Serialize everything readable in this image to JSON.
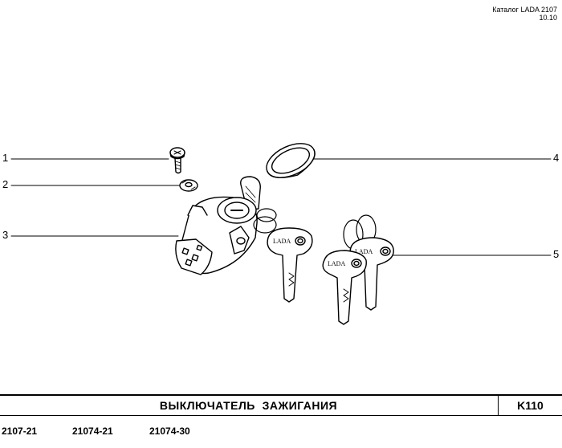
{
  "header": {
    "catalog": "Каталог LADA 2107",
    "date": "10.10"
  },
  "callouts": [
    "1",
    "2",
    "3",
    "4",
    "5"
  ],
  "brand_mark": "LADA",
  "footer": {
    "title": "ВЫКЛЮЧАТЕЛЬ  ЗАЖИГАНИЯ",
    "code": "K110"
  },
  "models": [
    "2107-21",
    "21074-21",
    "21074-30"
  ]
}
